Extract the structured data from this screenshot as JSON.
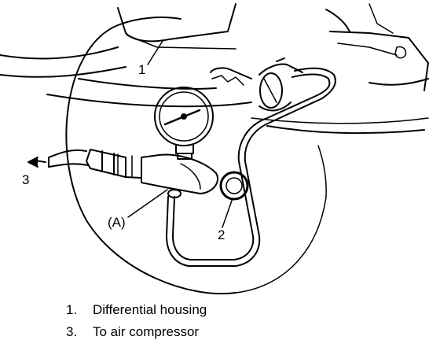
{
  "callouts": {
    "c1": "1",
    "c2": "2",
    "c3": "3",
    "cA": "(A)"
  },
  "legend": [
    {
      "num": "1.",
      "text": "Differential housing"
    },
    {
      "num": "3.",
      "text": "To air compressor"
    }
  ],
  "colors": {
    "line": "#000000",
    "background": "#ffffff"
  }
}
